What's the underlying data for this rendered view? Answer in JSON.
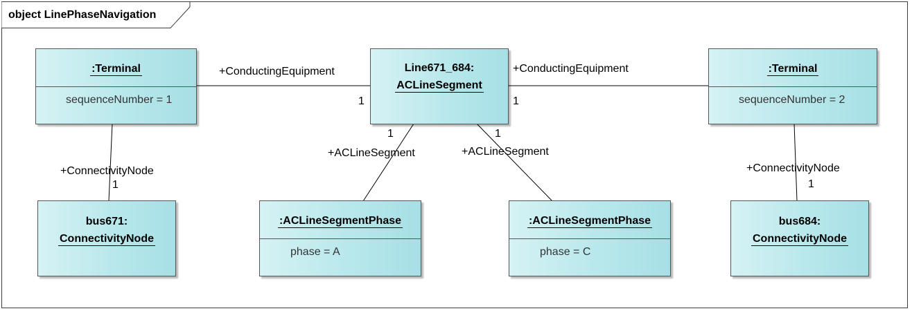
{
  "frame": {
    "kind": "object",
    "name": "LinePhaseNavigation"
  },
  "objects": {
    "terminal1": {
      "name": ":Terminal",
      "attribute": "sequenceNumber = 1"
    },
    "segment": {
      "name_line1": "Line671_684:",
      "name_line2": "ACLineSegment"
    },
    "terminal2": {
      "name": ":Terminal",
      "attribute": "sequenceNumber = 2"
    },
    "bus671": {
      "name_line1": "bus671:",
      "name_line2": "ConnectivityNode"
    },
    "phaseA": {
      "name": ":ACLineSegmentPhase",
      "attribute": "phase = A"
    },
    "phaseC": {
      "name": ":ACLineSegmentPhase",
      "attribute": "phase = C"
    },
    "bus684": {
      "name_line1": "bus684:",
      "name_line2": "ConnectivityNode"
    }
  },
  "links": {
    "terminal1_segment": {
      "role": "+ConductingEquipment",
      "multiplicity": "1"
    },
    "segment_terminal2": {
      "role": "+ConductingEquipment",
      "multiplicity": "1"
    },
    "terminal1_bus671": {
      "role": "+ConnectivityNode",
      "multiplicity": "1"
    },
    "segment_phaseA": {
      "role": "+ACLineSegment",
      "multiplicity": "1"
    },
    "segment_phaseC": {
      "role": "+ACLineSegment",
      "multiplicity": "1"
    },
    "terminal2_bus684": {
      "role": "+ConnectivityNode",
      "multiplicity": "1"
    }
  },
  "colors": {
    "box_fill_light": "#d6f2f4",
    "box_fill_dark": "#a6dfe5",
    "border": "#555555",
    "line": "#000000"
  }
}
